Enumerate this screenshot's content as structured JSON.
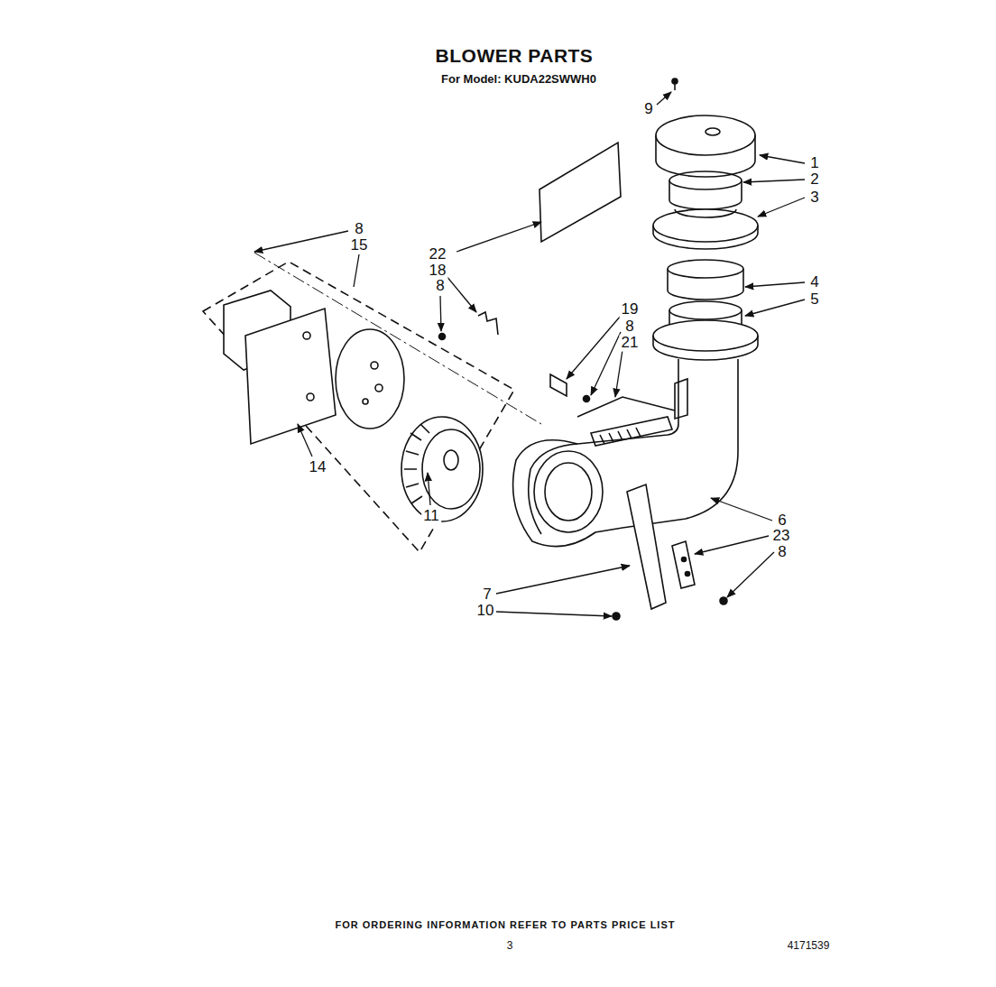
{
  "diagram": {
    "title": "BLOWER PARTS",
    "labels": [
      "For Model: KUDA22SWWH0",
      "9",
      "1",
      "2",
      "3",
      "8",
      "15",
      "22",
      "18",
      "8",
      "4",
      "5",
      "19",
      "8",
      "21",
      "14",
      "11",
      "6",
      "23",
      "8",
      "7",
      "10",
      "FOR ORDERING INFORMATION REFER TO PARTS PRICE LIST",
      "3",
      "4171539"
    ]
  }
}
